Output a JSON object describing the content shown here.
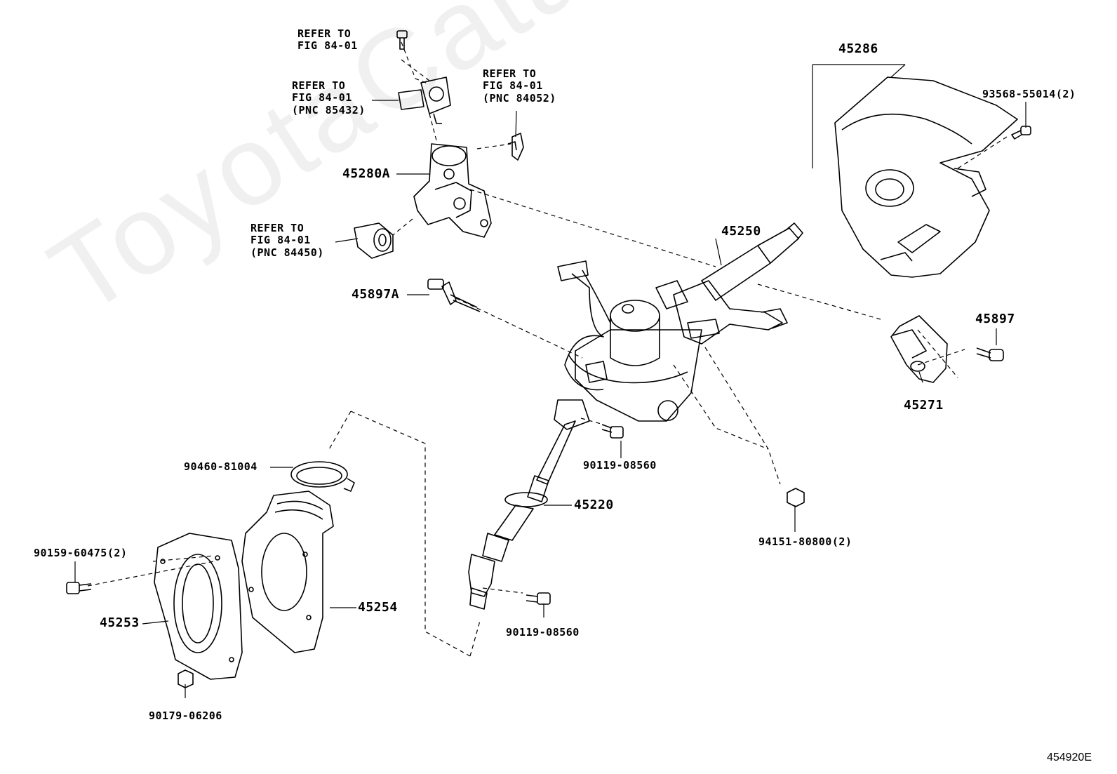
{
  "watermark": "ToyotaCatalog.ru",
  "figure_code": "454920E",
  "labels": {
    "refer_top": [
      "REFER TO",
      "FIG 84-01"
    ],
    "refer_85432": [
      "REFER TO",
      "FIG 84-01",
      "(PNC 85432)"
    ],
    "refer_84052": [
      "REFER TO",
      "FIG 84-01",
      "(PNC 84052)"
    ],
    "refer_84450": [
      "REFER TO",
      "FIG 84-01",
      "(PNC 84450)"
    ],
    "p45280A": "45280A",
    "p45897A": "45897A",
    "p45250": "45250",
    "p45286": "45286",
    "p93568": "93568-55014(2)",
    "p45897": "45897",
    "p45271": "45271",
    "p90119_a": "90119-08560",
    "p90119_b": "90119-08560",
    "p94151": "94151-80800(2)",
    "p45220": "45220",
    "p90460": "90460-81004",
    "p90159": "90159-60475(2)",
    "p45253": "45253",
    "p45254": "45254",
    "p90179": "90179-06206"
  }
}
